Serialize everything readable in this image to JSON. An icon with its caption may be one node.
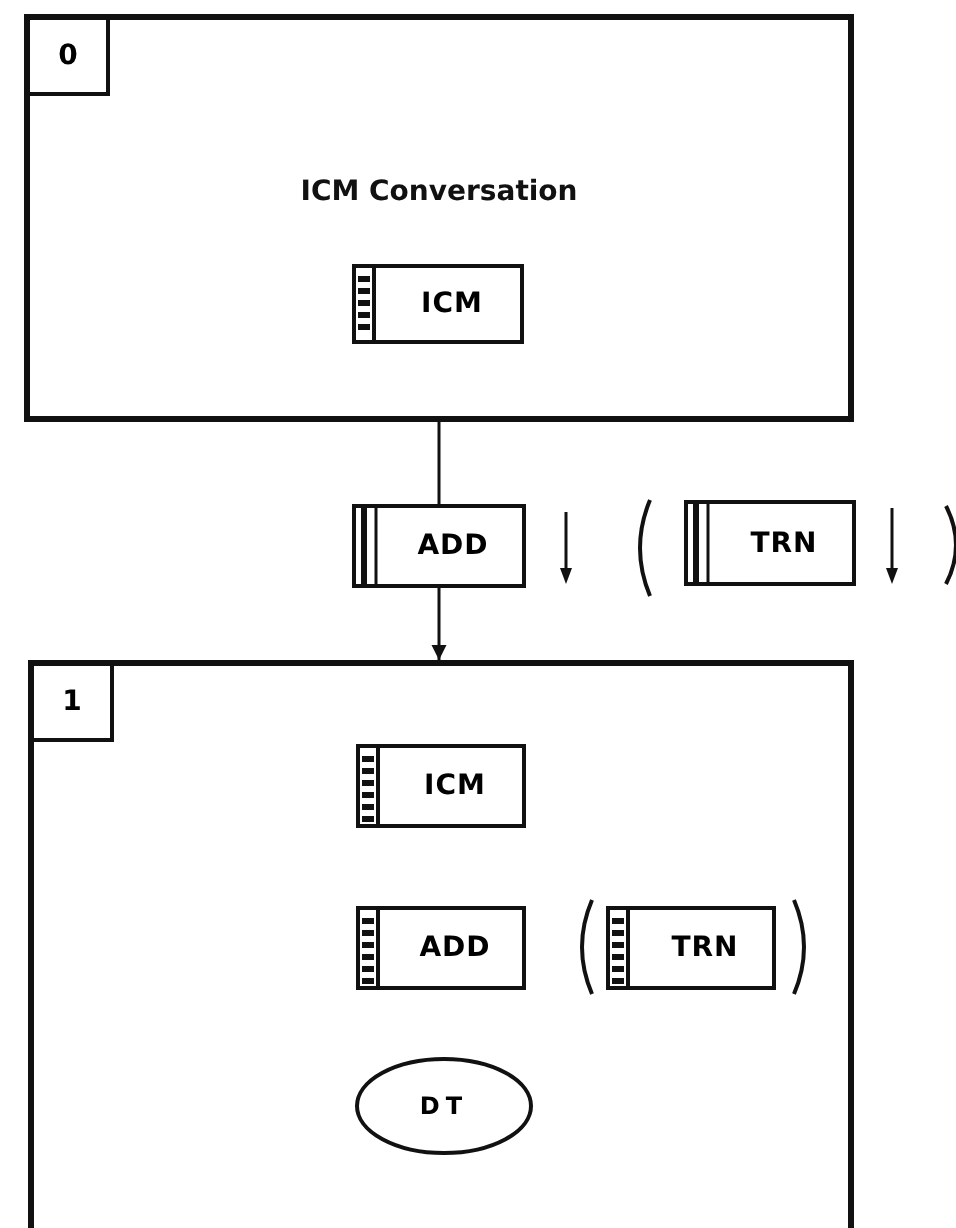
{
  "diagram": {
    "nodes": [
      {
        "text": [
          "0",
          "ICM Conversation"
        ]
      },
      {
        "text": [
          "ICM"
        ],
        "in": 0
      },
      {
        "text": [
          "ADD"
        ]
      },
      {
        "text": [
          "TRN"
        ]
      },
      {
        "text": [
          "1"
        ]
      },
      {
        "text": [
          "ICM"
        ],
        "in": 4
      },
      {
        "text": [
          "ADD"
        ],
        "in": 4
      },
      {
        "text": [
          "TRN"
        ],
        "in": 4
      },
      {
        "text": [
          "DT"
        ],
        "in": 4
      }
    ],
    "edges": [
      {
        "from": 0,
        "to": 2,
        "arrow": "none"
      },
      {
        "from": 2,
        "to": 4,
        "arrow": "to"
      }
    ]
  }
}
